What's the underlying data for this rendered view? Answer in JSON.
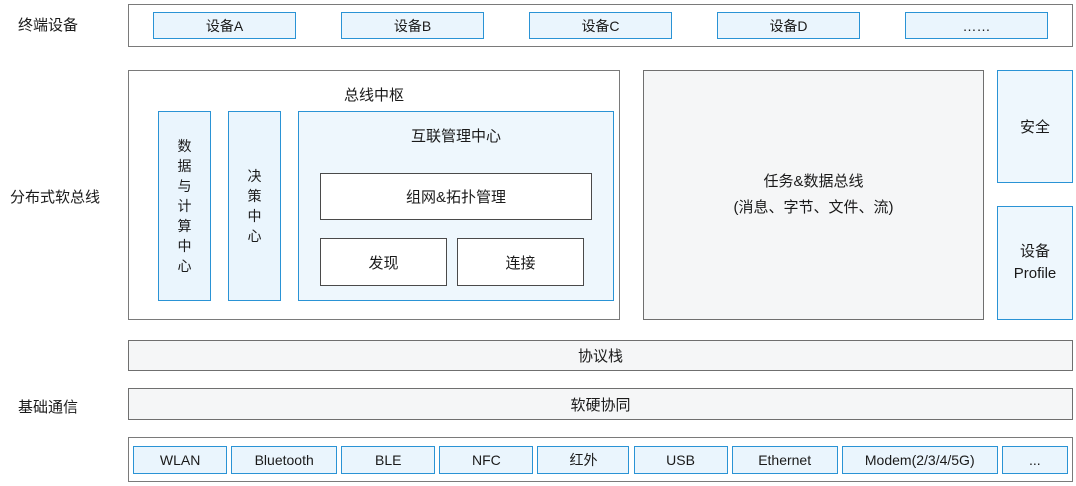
{
  "labels": {
    "terminal_devices": "终端设备",
    "distributed_softbus": "分布式软总线",
    "basic_communication": "基础通信"
  },
  "terminal_devices": [
    "设备A",
    "设备B",
    "设备C",
    "设备D",
    "……"
  ],
  "bus_hub": {
    "title": "总线中枢",
    "data_compute_center": "数\n据\n与\n计\n算\n中\n心",
    "decision_center": "决\n策\n中\n心",
    "interconnect_center": {
      "title": "互联管理中心",
      "networking_topology": "组网&拓扑管理",
      "discovery": "发现",
      "connection": "连接"
    }
  },
  "task_data_bus": {
    "line1": "任务&数据总线",
    "line2": "(消息、字节、文件、流)"
  },
  "security": "安全",
  "device_profile": "设备\nProfile",
  "protocol_stack": "协议栈",
  "hw_sw_collaboration": "软硬协同",
  "protocols": [
    "WLAN",
    "Bluetooth",
    "BLE",
    "NFC",
    "红外",
    "USB",
    "Ethernet",
    "Modem(2/3/4/5G)",
    "..."
  ],
  "colors": {
    "blue_border": "#2a93d5",
    "blue_fill": "#eaf5fd",
    "gray_border": "#7a7a7a",
    "gray_fill": "#f5f6f7"
  }
}
